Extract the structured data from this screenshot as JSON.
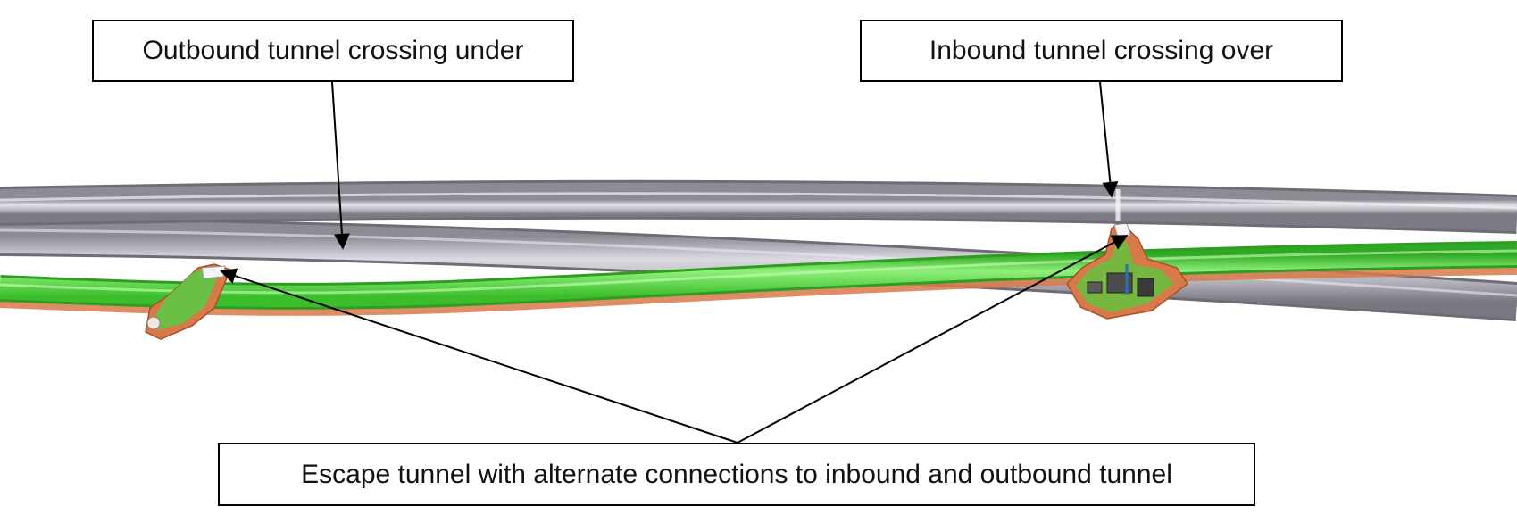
{
  "labels": {
    "outbound": "Outbound tunnel crossing under",
    "inbound": "Inbound tunnel crossing over",
    "escape": "Escape tunnel with alternate connections to inbound and outbound tunnel"
  },
  "colors": {
    "tunnel_gray": "#b9b6bf",
    "tunnel_gray_dark": "#8e8b95",
    "tunnel_gray_light": "#e4e2e8",
    "escape_green": "#4cd33a",
    "escape_green_light": "#8ff07a",
    "terrain_orange": "#d9794a",
    "label_border": "#000000",
    "arrow": "#000000"
  }
}
